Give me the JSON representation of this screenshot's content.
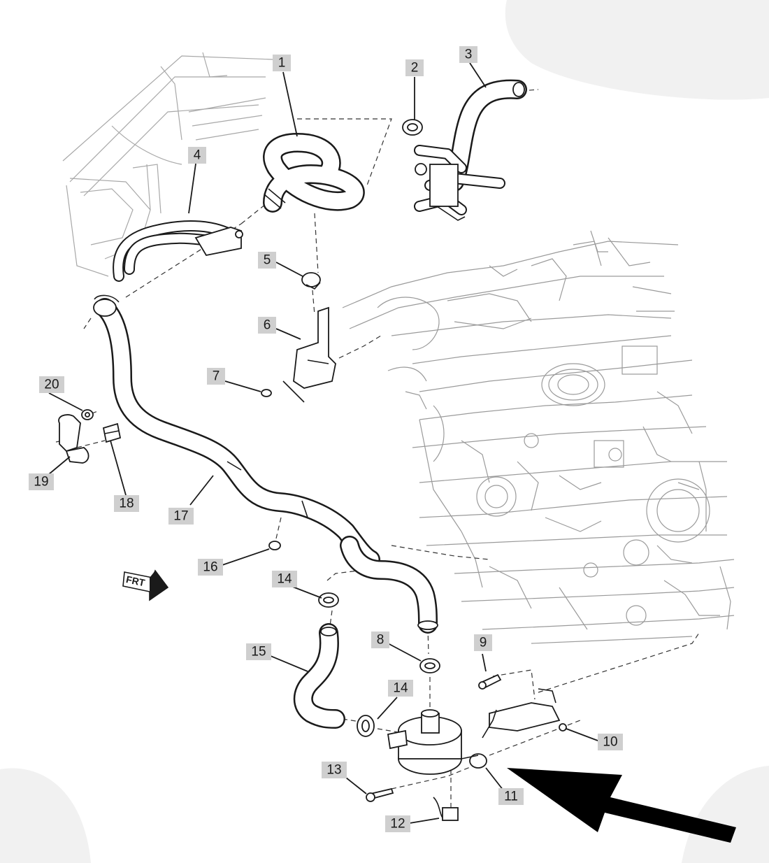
{
  "callouts": {
    "c1": "1",
    "c2": "2",
    "c3": "3",
    "c4": "4",
    "c5": "5",
    "c6": "6",
    "c7": "7",
    "c8": "8",
    "c9": "9",
    "c10": "10",
    "c11": "11",
    "c12": "12",
    "c13": "13",
    "c14a": "14",
    "c14b": "14",
    "c15": "15",
    "c16": "16",
    "c17": "17",
    "c18": "18",
    "c19": "19",
    "c20": "20"
  },
  "frt_label": "FRT",
  "colors": {
    "line": "#1a1a1a",
    "engine_line": "#9a9a9a",
    "callout_box": "#cfcfcf",
    "arrow": "#000000",
    "background": "#ffffff"
  },
  "icons": {
    "front_arrow": "frt-arrow-icon",
    "pointer_arrow": "pointer-arrow-icon"
  }
}
